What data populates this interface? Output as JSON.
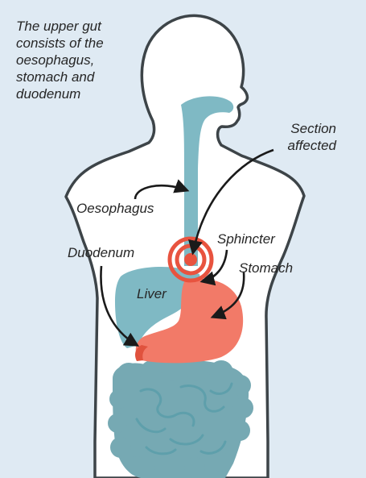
{
  "intro_text": "The upper gut\nconsists of the\noesophagus,\nstomach and\nduodenum",
  "labels": {
    "section_affected": "Section\naffected",
    "oesophagus": "Oesophagus",
    "sphincter": "Sphincter",
    "duodenum": "Duodenum",
    "stomach": "Stomach",
    "liver": "Liver"
  },
  "colors": {
    "background": "#dfeaf3",
    "body_fill": "#ffffff",
    "body_outline": "#3d4448",
    "organ_teal": "#7fb9c4",
    "organ_teal_dark": "#5e9fab",
    "intestine": "#76a9b3",
    "stomach": "#f27a68",
    "stomach_dark": "#e0523d",
    "target_ring": "#e8533f",
    "arrow": "#1a1a1a"
  }
}
